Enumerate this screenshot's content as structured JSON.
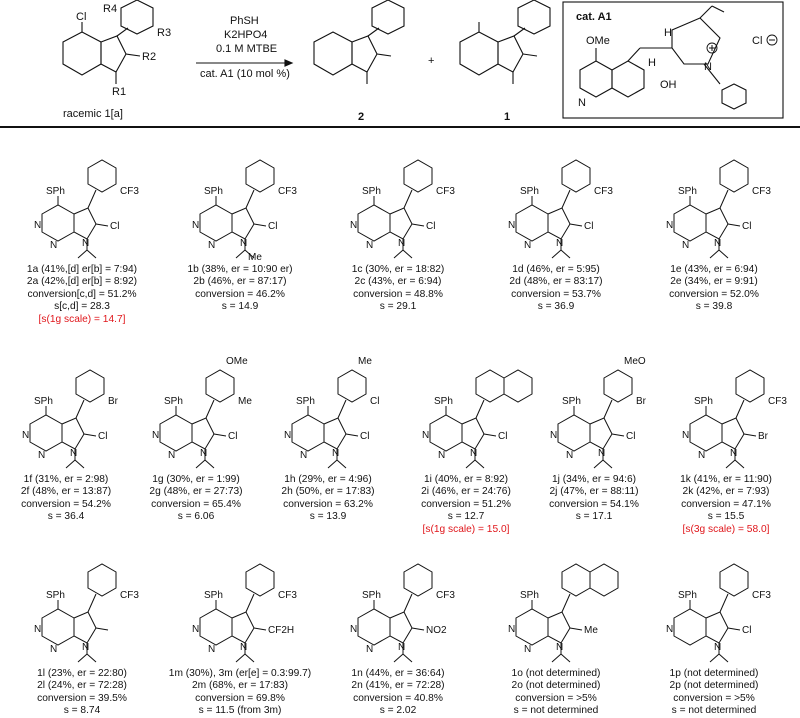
{
  "scheme": {
    "substituents": {
      "r4": "R4",
      "r3": "R3",
      "r2": "R2",
      "r1": "R1"
    },
    "reactant_cl": "Cl",
    "reagents": [
      "PhSH",
      "K2HPO4",
      "0.1 M MTBE"
    ],
    "catalyst_line": "cat. A1 (10 mol %)",
    "reactant_label": "racemic 1[a]",
    "product_sph_label": "2",
    "plus": "+",
    "product_cl_label": "1",
    "catalyst_box": {
      "title": "cat. A1",
      "methoxy": "OMe",
      "oh": "OH",
      "chloride": "Cl",
      "h_labels": [
        "H",
        "H"
      ],
      "n_labels": [
        "N",
        "N"
      ]
    }
  },
  "entries": [
    {
      "lines": [
        "1a (41%,[d] er[b] = 7:94)",
        "2a (42%,[d] er[b] = 8:92)",
        "conversion[c,d] = 51.2%",
        "s[c,d] = 28.3"
      ],
      "note": "[s(1g scale) = 14.7]"
    },
    {
      "lines": [
        "1b (38%, er = 10:90 er)",
        "2b (46%, er = 87:17)",
        "conversion = 46.2%",
        "s = 14.9"
      ]
    },
    {
      "lines": [
        "1c (30%, er = 18:82)",
        "2c (43%, er = 6:94)",
        "conversion = 48.8%",
        "s = 29.1"
      ]
    },
    {
      "lines": [
        "1d (46%, er = 5:95)",
        "2d (48%, er = 83:17)",
        "conversion = 53.7%",
        "s = 36.9"
      ]
    },
    {
      "lines": [
        "1e (43%, er = 6:94)",
        "2e (34%, er = 9:91)",
        "conversion = 52.0%",
        "s = 39.8"
      ]
    },
    {
      "lines": [
        "1f (31%, er = 2:98)",
        "2f (48%, er = 13:87)",
        "conversion = 54.2%",
        "s = 36.4"
      ]
    },
    {
      "lines": [
        "1g (30%, er = 1:99)",
        "2g (48%, er = 27:73)",
        "conversion = 65.4%",
        "s = 6.06"
      ]
    },
    {
      "lines": [
        "1h (29%, er = 4:96)",
        "2h (50%, er = 17:83)",
        "conversion = 63.2%",
        "s = 13.9"
      ]
    },
    {
      "lines": [
        "1i (40%, er = 8:92)",
        "2i (46%, er = 24:76)",
        "conversion = 51.2%",
        "s = 12.7"
      ],
      "note": "[s(1g scale) = 15.0]"
    },
    {
      "lines": [
        "1j (34%, er = 94:6)",
        "2j (47%, er = 88:11)",
        "conversion = 54.1%",
        "s = 17.1"
      ]
    },
    {
      "lines": [
        "1k (41%, er = 11:90)",
        "2k (42%, er = 7:93)",
        "conversion = 47.1%",
        "s = 15.5"
      ],
      "note": "[s(3g scale) = 58.0]"
    },
    {
      "lines": [
        "1l (23%, er = 22:80)",
        "2l (24%, er = 72:28)",
        "conversion = 39.5%",
        "s = 8.74"
      ]
    },
    {
      "lines": [
        "1m (30%), 3m (er[e] = 0.3:99.7)",
        "2m (68%, er = 17:83)",
        "conversion = 69.8%",
        "s = 11.5 (from 3m)"
      ]
    },
    {
      "lines": [
        "1n (44%, er = 36:64)",
        "2n (41%, er = 72:28)",
        "conversion = 40.8%",
        "s = 2.02"
      ]
    },
    {
      "lines": [
        "1o (not determined)",
        "2o (not determined)",
        "conversion = >5%",
        "s = not determined"
      ]
    },
    {
      "lines": [
        "1p (not determined)",
        "2p (not determined)",
        "conversion = >5%",
        "s = not determined"
      ]
    }
  ],
  "structures": [
    {
      "top": "SPh",
      "ar": [
        "CF3",
        null
      ],
      "c6": "Cl",
      "n": "iPr"
    },
    {
      "top": "SPh",
      "ar": [
        "CF3",
        null
      ],
      "c6": "Cl",
      "n": "Me"
    },
    {
      "top": "SPh",
      "ar": [
        "CF3",
        null
      ],
      "c6": "Cl",
      "n": "tBu"
    },
    {
      "top": "SPh",
      "ar": [
        "CF3",
        null
      ],
      "c6": "Cl",
      "n": "iBu"
    },
    {
      "top": "SPh",
      "ar": [
        "CF3",
        null
      ],
      "c6": "Cl",
      "n": "cPent"
    },
    {
      "top": "SPh",
      "ar": [
        "Br",
        null
      ],
      "c6": "Cl",
      "n": "iPr"
    },
    {
      "top": "SPh",
      "ar": [
        "Me",
        "OMe"
      ],
      "c6": "Cl",
      "n": "iPr"
    },
    {
      "top": "SPh",
      "ar": [
        "Cl",
        "Me"
      ],
      "c6": "Cl",
      "n": "iPr"
    },
    {
      "top": "SPh",
      "ar": [
        "naph",
        null
      ],
      "c6": "Cl",
      "n": "iPr"
    },
    {
      "top": "SPh",
      "ar": [
        "Br",
        "MeO"
      ],
      "c6": "Cl",
      "n": "cPent"
    },
    {
      "top": "SPh",
      "ar": [
        "CF3",
        null
      ],
      "c6": "Br",
      "n": "iPr"
    },
    {
      "top": "SPh",
      "ar": [
        "CF3",
        null
      ],
      "c6": "vinyl",
      "n": "iPr"
    },
    {
      "top": "SPh",
      "ar": [
        "CF3",
        null
      ],
      "c6": "CF2H",
      "n": "iPr"
    },
    {
      "top": "SPh",
      "ar": [
        "CF3",
        null
      ],
      "c6": "NO2",
      "n": "iPr"
    },
    {
      "top": "SPh",
      "ar": [
        "naph",
        null
      ],
      "c6": "Me",
      "n": "iPr"
    },
    {
      "top": "SPh",
      "ar": [
        "CF3",
        null
      ],
      "c6": "Cl",
      "n": "iPr",
      "pyridine": true
    }
  ]
}
